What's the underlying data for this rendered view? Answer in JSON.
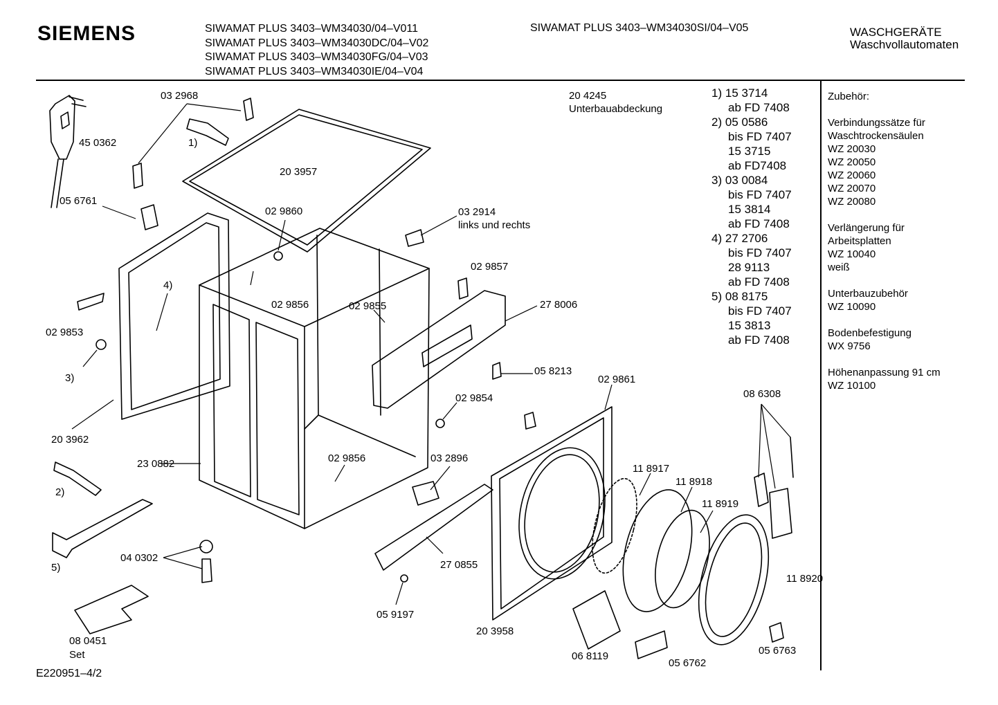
{
  "header": {
    "brand": "SIEMENS",
    "models_left": [
      "SIWAMAT PLUS 3403–WM34030/04–V011",
      "SIWAMAT PLUS 3403–WM34030DC/04–V02",
      "SIWAMAT PLUS 3403–WM34030FG/04–V03",
      "SIWAMAT PLUS 3403–WM34030IE/04–V04"
    ],
    "model_right": "SIWAMAT PLUS 3403–WM34030SI/04–V05",
    "category_line1": "WASCHGERÄTE",
    "category_line2": "Waschvollautomaten"
  },
  "parts": {
    "p032968": "03 2968",
    "p450362": "45 0362",
    "note1": "1)",
    "p203957": "20 3957",
    "p056761": "05 6761",
    "p029860": "02 9860",
    "p032914": "03 2914",
    "p032914b": "links und rechts",
    "p029857": "02 9857",
    "note4": "4)",
    "p029853": "02 9853",
    "p029856a": "02 9856",
    "p029855": "02 9855",
    "p278006": "27 8006",
    "note3": "3)",
    "p058213": "05 8213",
    "p029861": "02 9861",
    "p029854": "02 9854",
    "p086308": "08 6308",
    "p203962": "20 3962",
    "p230882": "23 0882",
    "p029856b": "02 9856",
    "p032896": "03 2896",
    "p118917": "11 8917",
    "p118918": "11 8918",
    "note2": "2)",
    "p118919": "11 8919",
    "p040302": "04 0302",
    "p270855": "27 0855",
    "note5": "5)",
    "p118920": "11 8920",
    "p059197": "05 9197",
    "p203958": "20 3958",
    "p080451": "08  0451",
    "p080451b": "Set",
    "p068119": "06 8119",
    "p056763": "05 6763",
    "p056762": "05 6762",
    "p204245": "20 4245",
    "p204245b": "Unterbauabdeckung"
  },
  "notes": [
    {
      "n": "1)",
      "a": "15 3714",
      "b": "ab FD 7408"
    },
    {
      "n": "2)",
      "a": "05 0586",
      "b": "bis FD 7407",
      "c": "15 3715",
      "d": "ab FD7408"
    },
    {
      "n": "3)",
      "a": "03 0084",
      "b": "bis FD 7407",
      "c": "15 3814",
      "d": "ab FD 7408"
    },
    {
      "n": "4)",
      "a": "27 2706",
      "b": "bis FD 7407",
      "c": "28 9113",
      "d": "ab FD 7408"
    },
    {
      "n": "5)",
      "a": "08 8175",
      "b": "bis FD 7407",
      "c": "15 3813",
      "d": "ab FD 7408"
    }
  ],
  "accessories": {
    "title": "Zubehör:",
    "g1": [
      "Verbindungssätze für",
      "Waschtrockensäulen",
      "WZ 20030",
      "WZ 20050",
      "WZ 20060",
      "WZ 20070",
      "WZ 20080"
    ],
    "g2": [
      "Verlängerung für",
      "Arbeitsplatten",
      "WZ 10040",
      "weiß"
    ],
    "g3": [
      "Unterbauzubehör",
      "WZ 10090"
    ],
    "g4": [
      "Bodenbefestigung",
      "WX 9756"
    ],
    "g5": [
      "Höhenanpassung 91 cm",
      "WZ 10100"
    ]
  },
  "footer": "E220951–4/2"
}
